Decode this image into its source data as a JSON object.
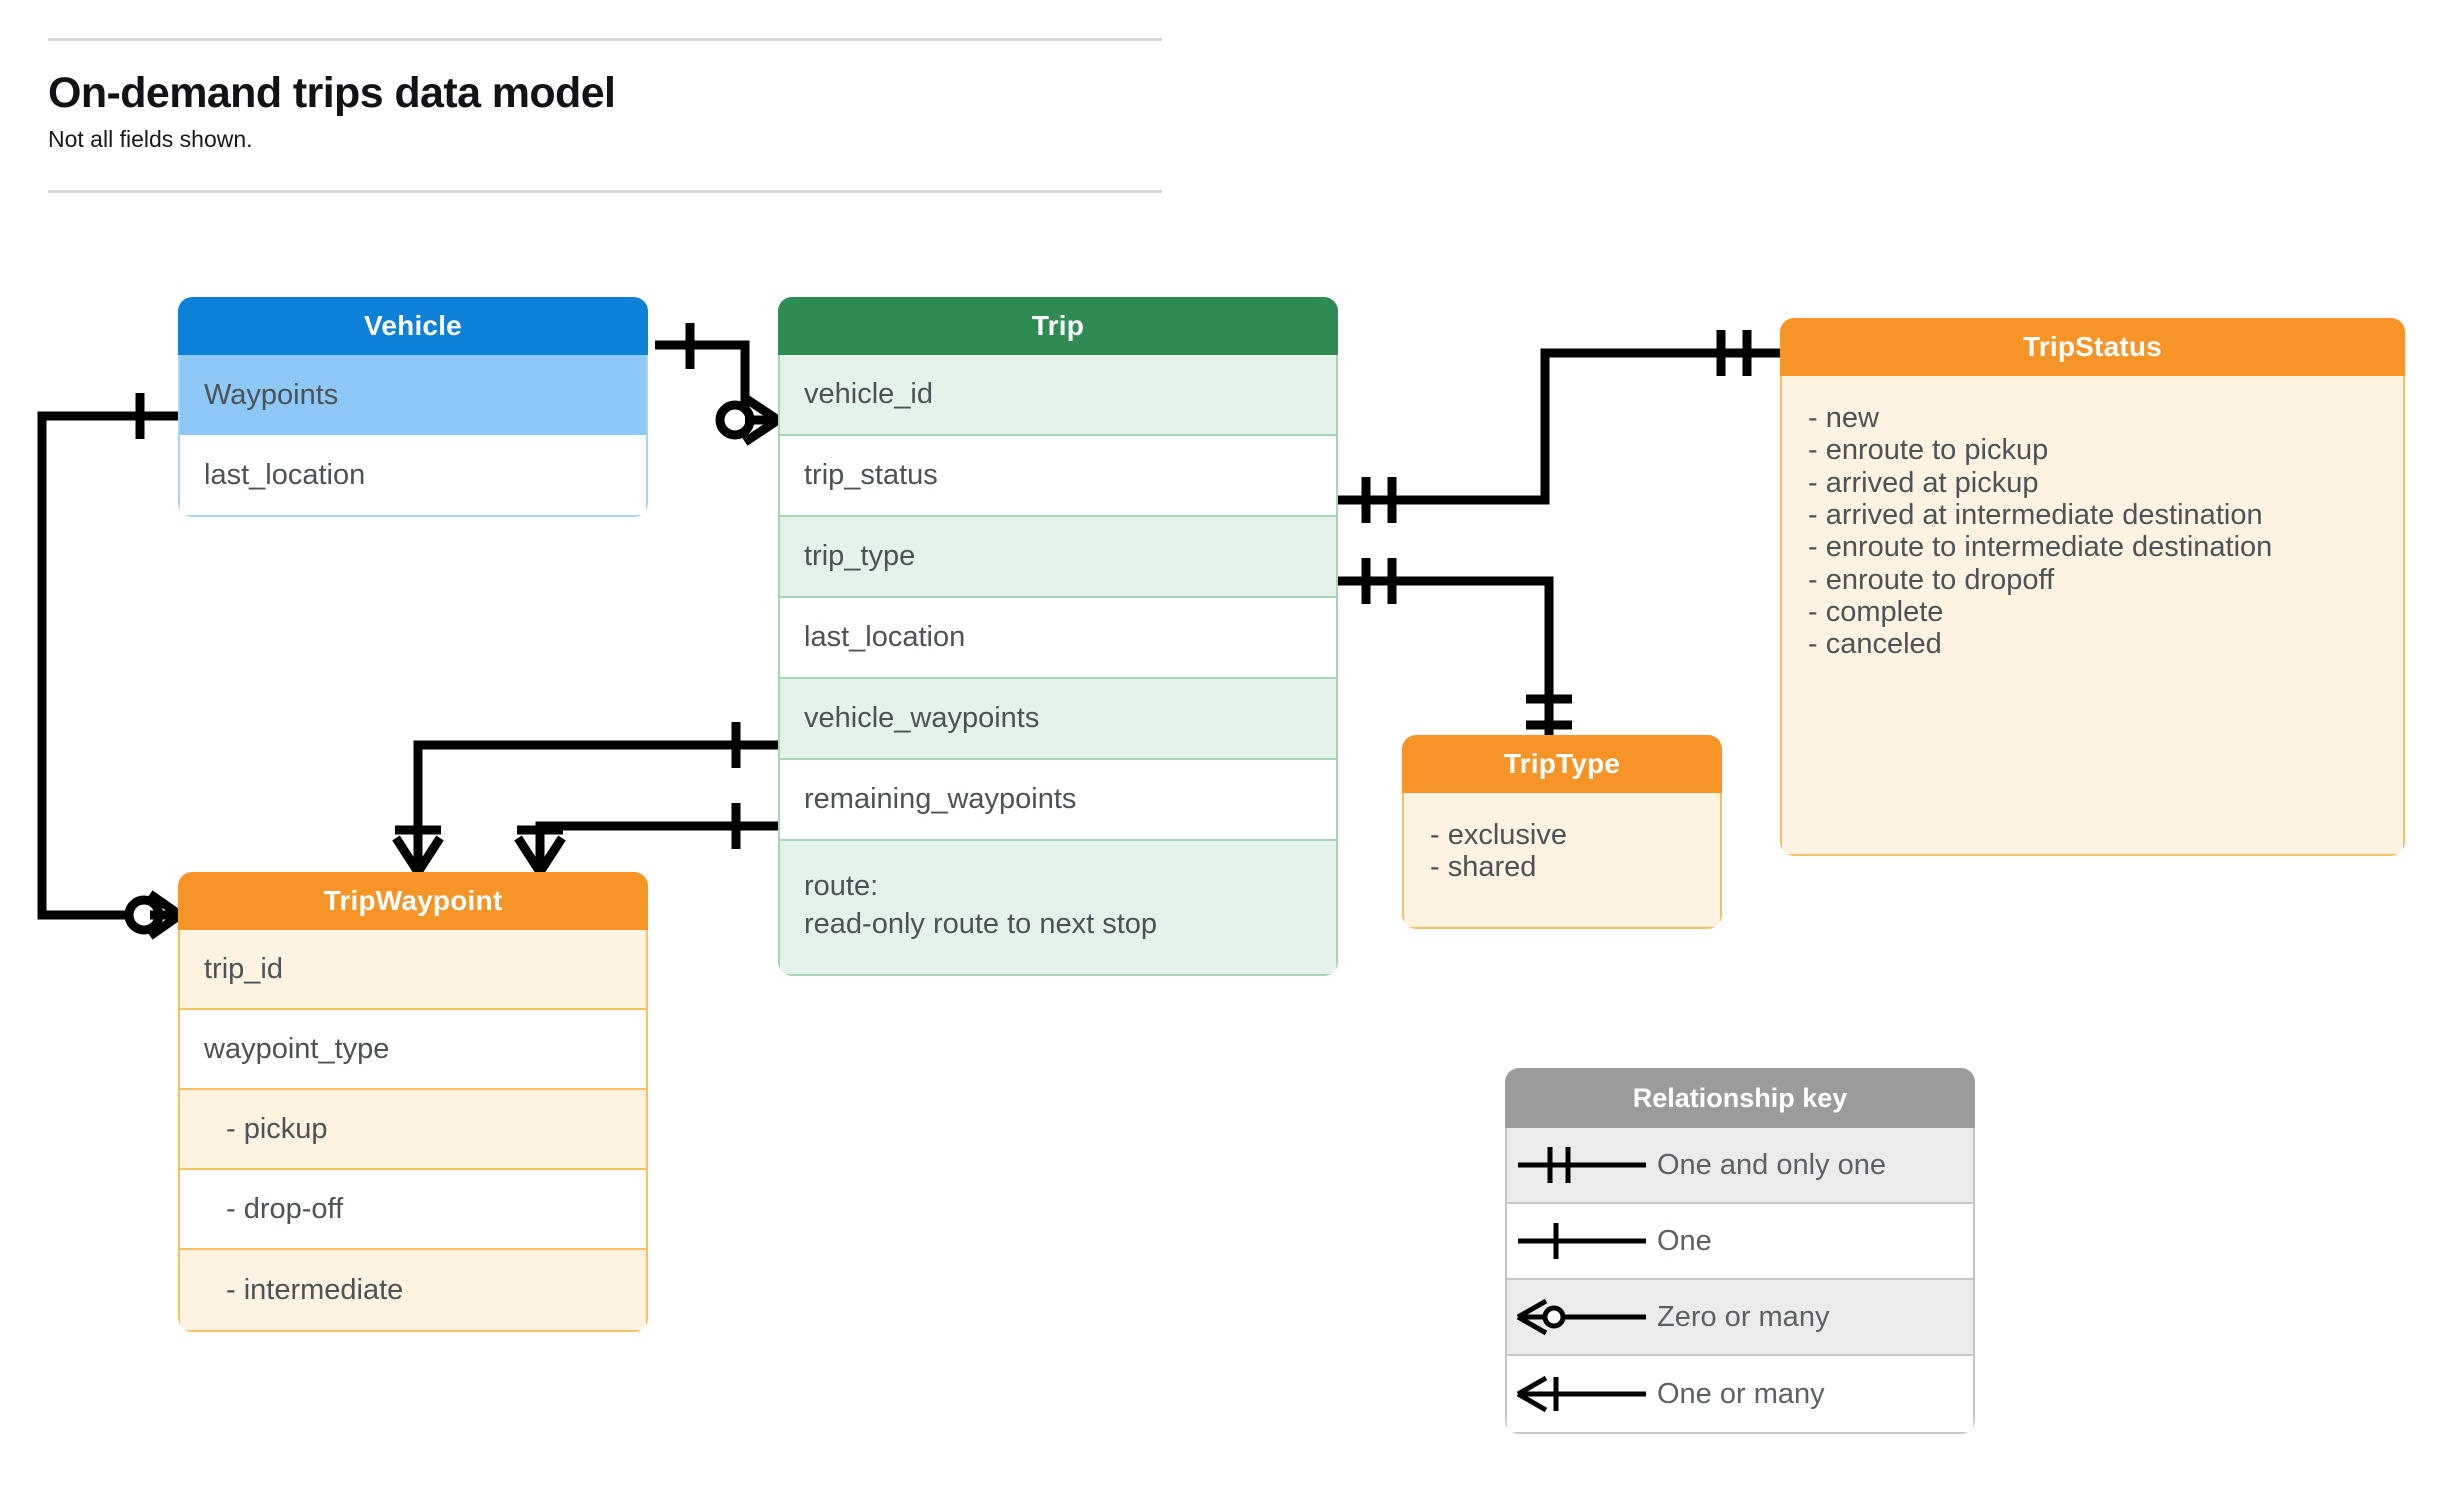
{
  "header": {
    "title": "On-demand trips data model",
    "subtitle": "Not all fields shown."
  },
  "entities": {
    "vehicle": {
      "name": "Vehicle",
      "header_color": "#0d81d8",
      "rows": [
        {
          "label": "Waypoints"
        },
        {
          "label": "last_location"
        }
      ]
    },
    "trip": {
      "name": "Trip",
      "header_color": "#2e8b52",
      "rows": [
        {
          "label": "vehicle_id"
        },
        {
          "label": "trip_status"
        },
        {
          "label": "trip_type"
        },
        {
          "label": "last_location"
        },
        {
          "label": "vehicle_waypoints"
        },
        {
          "label": "remaining_waypoints"
        },
        {
          "label": "route:",
          "label2": "read-only route to next stop"
        }
      ]
    },
    "trip_waypoint": {
      "name": "TripWaypoint",
      "header_color": "#f79428",
      "rows": [
        {
          "label": "trip_id"
        },
        {
          "label": "waypoint_type"
        },
        {
          "label": "-  pickup"
        },
        {
          "label": "-  drop-off"
        },
        {
          "label": "-  intermediate"
        }
      ]
    },
    "trip_status": {
      "name": "TripStatus",
      "header_color": "#f79428",
      "values": [
        "- new",
        "- enroute to pickup",
        "- arrived at pickup",
        "- arrived at intermediate destination",
        "- enroute to intermediate destination",
        "- enroute to dropoff",
        "- complete",
        "- canceled"
      ]
    },
    "trip_type": {
      "name": "TripType",
      "header_color": "#f79428",
      "values": [
        "- exclusive",
        "- shared"
      ]
    }
  },
  "legend": {
    "title": "Relationship key",
    "items": [
      {
        "symbol": "one-and-only-one",
        "label": "One and only one"
      },
      {
        "symbol": "one",
        "label": "One"
      },
      {
        "symbol": "zero-or-many",
        "label": "Zero or many"
      },
      {
        "symbol": "one-or-many",
        "label": "One or many"
      }
    ]
  },
  "relationships": [
    {
      "from": "Vehicle",
      "from_card": "one",
      "to": "Trip.vehicle_id",
      "to_card": "zero-or-many"
    },
    {
      "from": "Trip.trip_status",
      "from_card": "one-and-only-one",
      "to": "TripStatus",
      "to_card": "one-and-only-one"
    },
    {
      "from": "Trip.trip_type",
      "from_card": "one-and-only-one",
      "to": "TripType",
      "to_card": "one-and-only-one"
    },
    {
      "from": "Trip.vehicle_waypoints",
      "from_card": "one",
      "to": "TripWaypoint",
      "to_card": "one-or-many"
    },
    {
      "from": "Trip.remaining_waypoints",
      "from_card": "one",
      "to": "TripWaypoint",
      "to_card": "one-or-many"
    },
    {
      "from": "Vehicle.Waypoints",
      "from_card": "one",
      "to": "TripWaypoint",
      "to_card": "zero-or-many"
    }
  ]
}
